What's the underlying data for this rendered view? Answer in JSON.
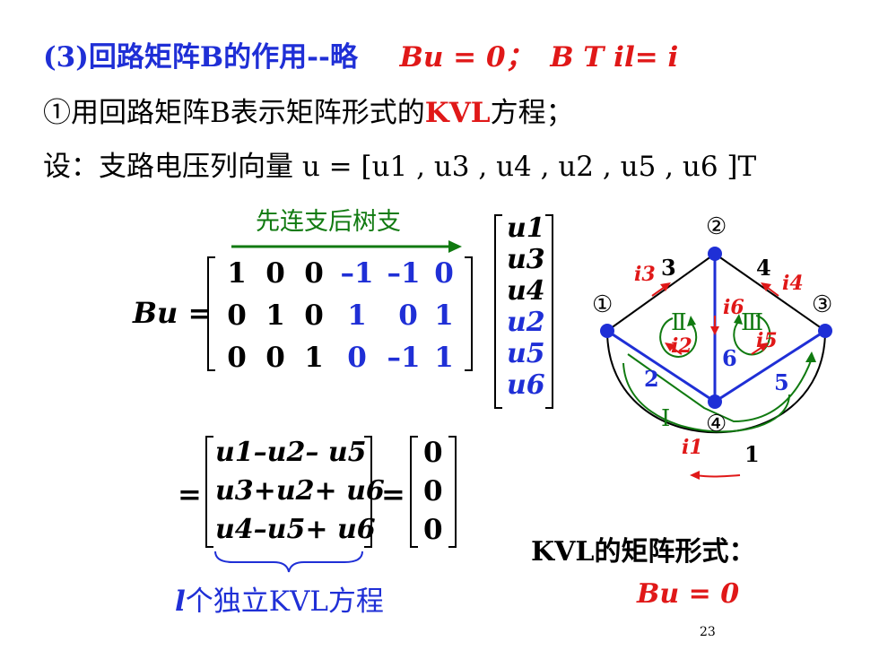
{
  "header": {
    "prefix": "(3)",
    "title": "回路矩阵B的作用--略",
    "eq1": "Bu = 0；",
    "eq2": "B T il= i"
  },
  "line2": {
    "text_start": "①用回路矩阵B表示矩阵形式的",
    "kvl": "KVL",
    "text_end": "方程；"
  },
  "line3": {
    "text": "设：支路电压列向量 u = [u1 , u3 , u4 , u2 , u5 , u6 ]T"
  },
  "arrow_label": "先连支后树支",
  "bu_label": "Bu =",
  "matrix_B": [
    [
      "1",
      "0",
      "0",
      "–1",
      "–1",
      "0"
    ],
    [
      "0",
      "1",
      "0",
      "1",
      "0",
      "1"
    ],
    [
      "0",
      "0",
      "1",
      "0",
      "–1",
      "1"
    ]
  ],
  "u_vector": [
    "u1",
    "u3",
    "u4",
    "u2",
    "u5",
    "u6"
  ],
  "result_rows": [
    "u1–u2– u5",
    "u3+u2+ u6",
    "u4–u5+ u6"
  ],
  "zeros": [
    "0",
    "0",
    "0"
  ],
  "eq_sign": "=",
  "underbrace_label": {
    "l": "l",
    "rest": "个独立KVL方程"
  },
  "kvl_matrix_form": "KVL的矩阵形式：",
  "bu_zero": "Bu = 0",
  "page_number": "23",
  "graph": {
    "nodes": [
      "①",
      "②",
      "③",
      "④"
    ],
    "branches": [
      "1",
      "2",
      "3",
      "4",
      "5",
      "6"
    ],
    "currents": [
      "i1",
      "i2",
      "i3",
      "i4",
      "i5",
      "i6"
    ],
    "loops": [
      "Ⅰ",
      "Ⅱ",
      "Ⅲ"
    ]
  },
  "colors": {
    "blue": "#1f2fd6",
    "red": "#e01818",
    "green": "#107a10"
  }
}
